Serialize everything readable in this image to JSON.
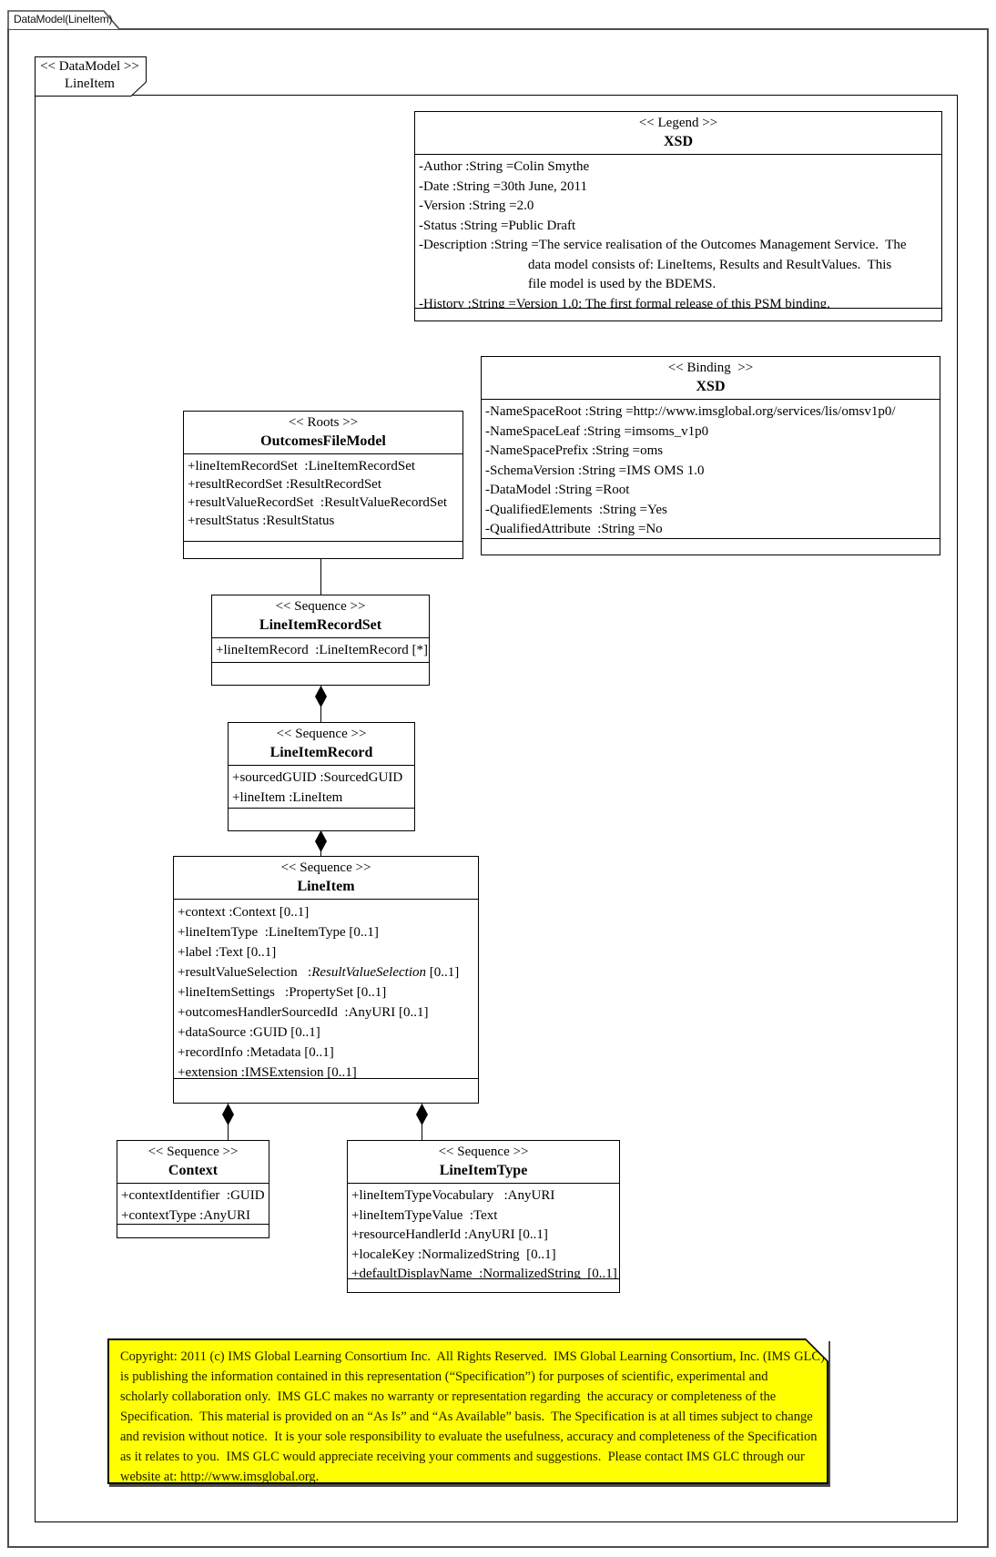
{
  "window": {
    "tab": "DataModel(LineItem)"
  },
  "frame": {
    "stereotype": "<< DataModel >>",
    "name": "LineItem"
  },
  "colors": {
    "note_bg": "#ffff00",
    "box_bg": "#ffffff",
    "line": "#000000",
    "outer_border": "#4d4d4d"
  },
  "boxes": {
    "legend": {
      "stereotype": "<< Legend >>",
      "name": "XSD",
      "attributes": [
        "-Author :String =Colin Smythe",
        "-Date :String =30th June, 2011",
        "-Version :String =2.0",
        "-Status :String =Public Draft",
        "-Description :String =The service realisation of the Outcomes Management Service.  The",
        "data model consists of: LineItems, Results and ResultValues.  This",
        "file model is used by the BDEMS.",
        "-History :String =Version 1.0: The first formal release of this PSM binding."
      ]
    },
    "binding": {
      "stereotype": "<< Binding  >>",
      "name": "XSD",
      "attributes": [
        "-NameSpaceRoot :String =http://www.imsglobal.org/services/lis/omsv1p0/",
        "-NameSpaceLeaf :String =imsoms_v1p0",
        "-NameSpacePrefix :String =oms",
        "-SchemaVersion :String =IMS OMS 1.0",
        "-DataModel :String =Root",
        "-QualifiedElements  :String =Yes",
        "-QualifiedAttribute  :String =No"
      ]
    },
    "roots": {
      "stereotype": "<< Roots >>",
      "name": "OutcomesFileModel",
      "attributes": [
        "+lineItemRecordSet  :LineItemRecordSet",
        "+resultRecordSet :ResultRecordSet",
        "+resultValueRecordSet  :ResultValueRecordSet",
        "+resultStatus :ResultStatus"
      ]
    },
    "line_item_record_set": {
      "stereotype": "<< Sequence >>",
      "name": "LineItemRecordSet",
      "attributes": [
        "+lineItemRecord  :LineItemRecord [*]"
      ]
    },
    "line_item_record": {
      "stereotype": "<< Sequence >>",
      "name": "LineItemRecord",
      "attributes": [
        "+sourcedGUID :SourcedGUID",
        "+lineItem :LineItem"
      ]
    },
    "line_item": {
      "stereotype": "<< Sequence >>",
      "name": "LineItem",
      "attributes": [
        "+context :Context [0..1]",
        "+lineItemType  :LineItemType [0..1]",
        "+label :Text [0..1]",
        {
          "pre": "+resultValueSelection   :",
          "italic": "ResultValueSelection",
          "post": " [0..1]"
        },
        "+lineItemSettings   :PropertySet [0..1]",
        "+outcomesHandlerSourcedId  :AnyURI [0..1]",
        "+dataSource :GUID [0..1]",
        "+recordInfo :Metadata [0..1]",
        "+extension :IMSExtension [0..1]"
      ]
    },
    "context": {
      "stereotype": "<< Sequence >>",
      "name": "Context",
      "attributes": [
        "+contextIdentifier  :GUID",
        "+contextType :AnyURI"
      ]
    },
    "line_item_type": {
      "stereotype": "<< Sequence >>",
      "name": "LineItemType",
      "attributes": [
        "+lineItemTypeVocabulary   :AnyURI",
        "+lineItemTypeValue  :Text",
        "+resourceHandlerId :AnyURI [0..1]",
        "+localeKey :NormalizedString  [0..1]",
        "+defaultDisplayName  :NormalizedString  [0..1]"
      ]
    }
  },
  "note": {
    "lines": [
      "Copyright: 2011 (c) IMS Global Learning Consortium Inc.  All Rights Reserved.  IMS Global Learning Consortium, Inc. (IMS GLC)",
      "is publishing the information contained in this representation (“Specification”) for purposes of scientific, experimental and",
      "scholarly collaboration only.  IMS GLC makes no warranty or representation regarding  the accuracy or completeness of the",
      "Specification.  This material is provided on an “As Is” and “As Available” basis.  The Specification is at all times subject to change",
      "and revision without notice.  It is your sole responsibility to evaluate the usefulness, accuracy and completeness of the Specification",
      "as it relates to you.  IMS GLC would appreciate receiving your comments and suggestions.  Please contact IMS GLC through our",
      "website at: http://www.imsglobal.org."
    ]
  }
}
